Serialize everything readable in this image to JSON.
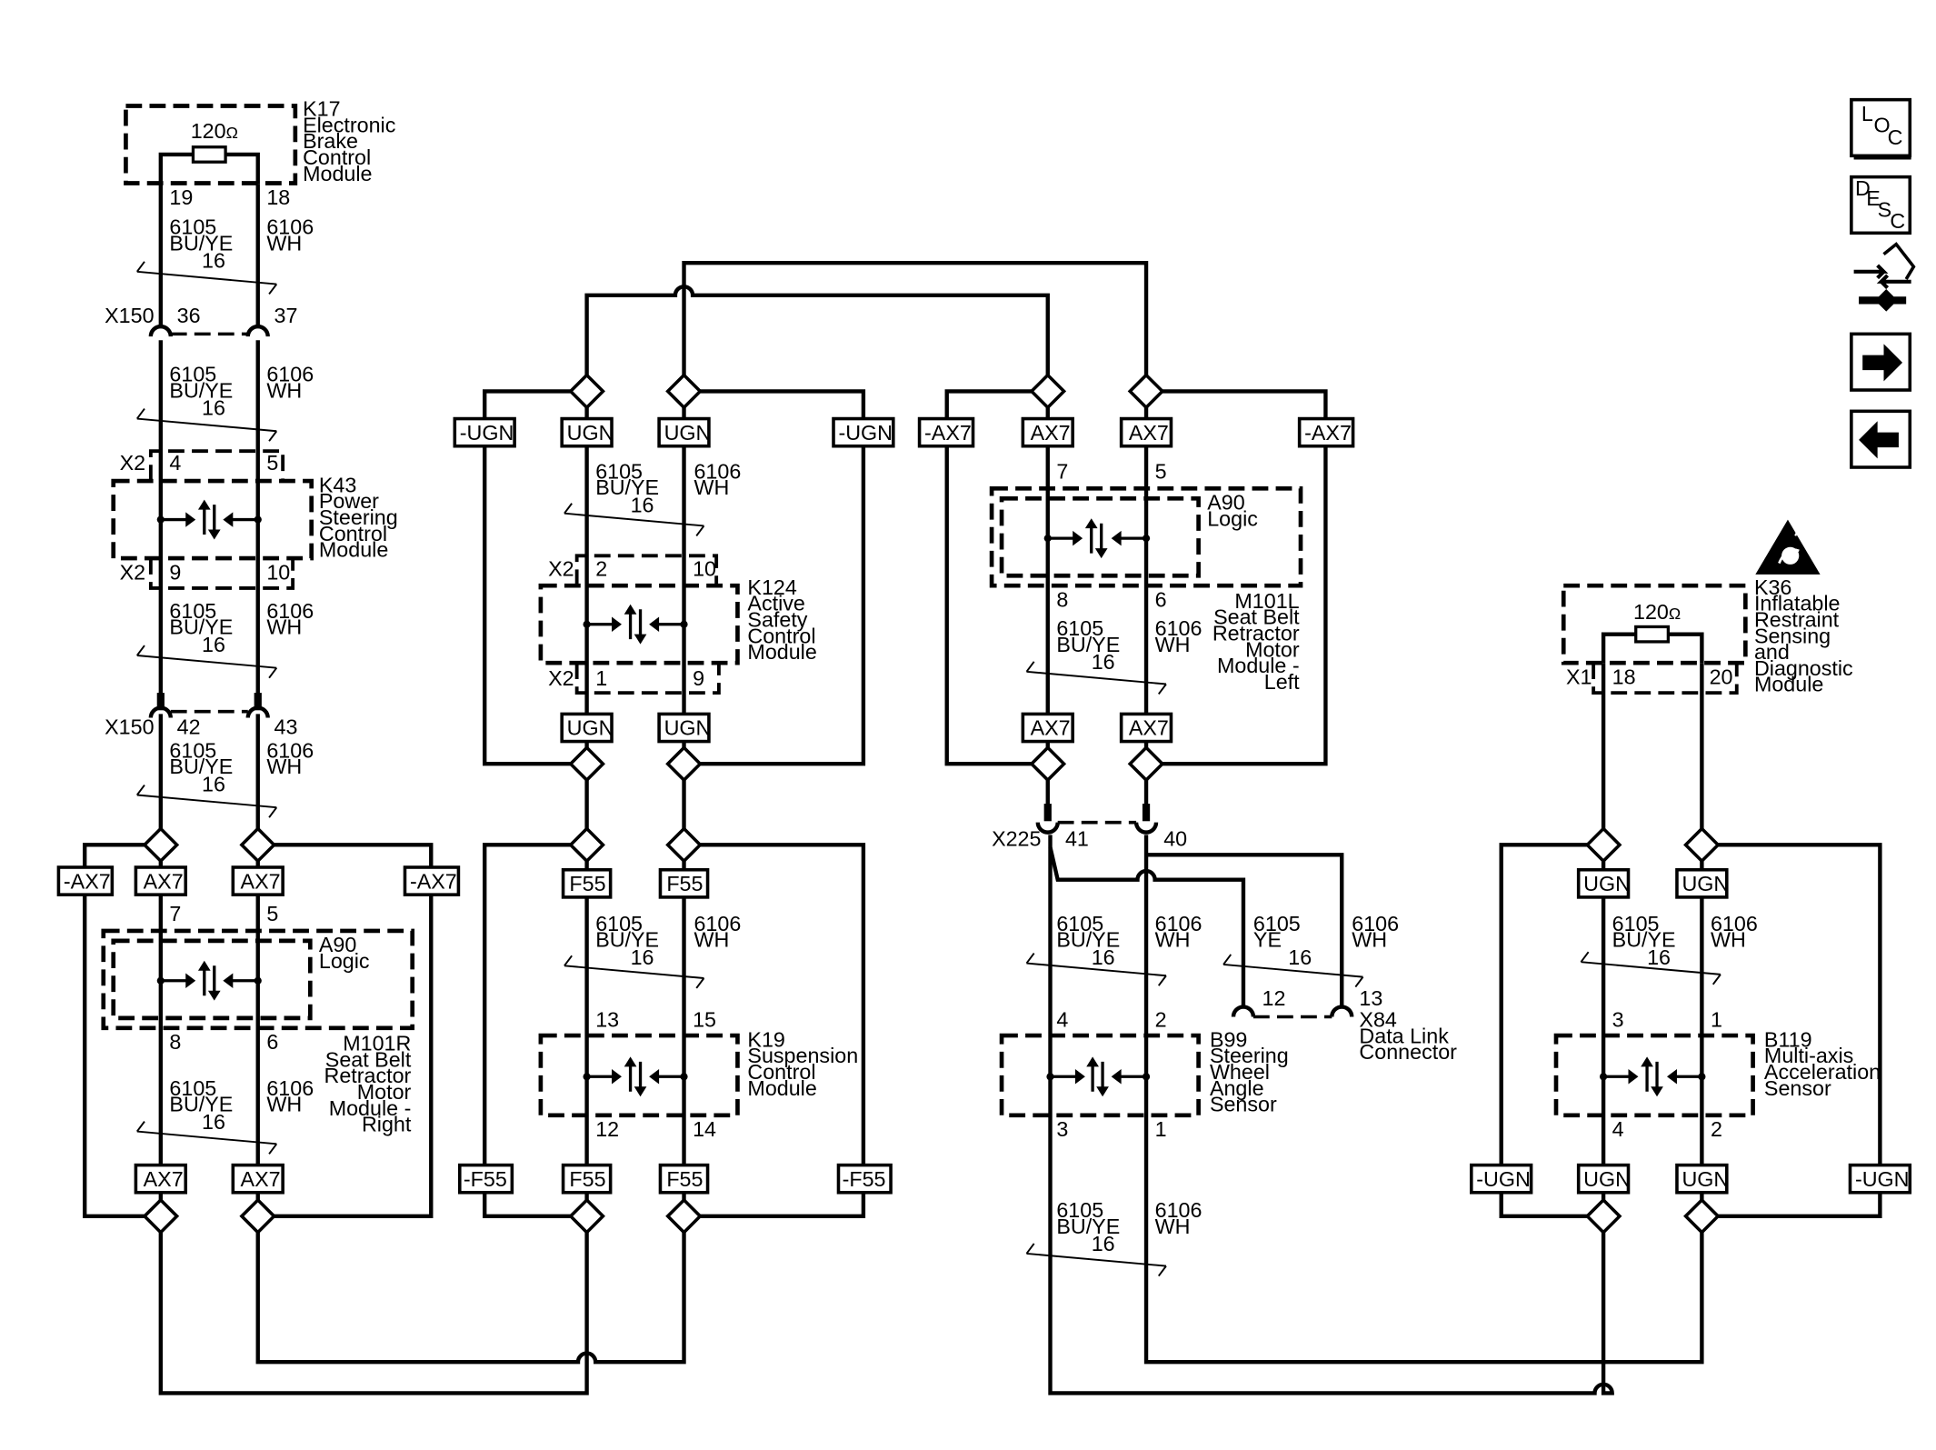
{
  "tags": {
    "ugn": "UGN",
    "nugn": "-UGN",
    "ax7": "AX7",
    "nax7": "-AX7",
    "f55": "F55",
    "nf55": "-F55"
  },
  "wire": {
    "c6105": "6105",
    "c6106": "6106",
    "buye": "BU/YE",
    "wh": "WH",
    "ye": "YE",
    "g16": "16"
  },
  "k17": {
    "l1": "K17",
    "l2": "Electronic",
    "l3": "Brake",
    "l4": "Control",
    "l5": "Module",
    "res": "120",
    "pa": "19",
    "pb": "18"
  },
  "x150a": {
    "name": "X150",
    "pa": "36",
    "pb": "37"
  },
  "k43": {
    "l1": "K43",
    "l2": "Power",
    "l3": "Steering",
    "l4": "Control",
    "l5": "Module",
    "conn": "X2",
    "pa": "4",
    "pb": "5",
    "pc": "9",
    "pd": "10"
  },
  "x150b": {
    "name": "X150",
    "pa": "42",
    "pb": "43"
  },
  "m101r": {
    "logic1": "A90",
    "logic2": "Logic",
    "l1": "M101R",
    "l2": "Seat Belt",
    "l3": "Retractor",
    "l4": "Motor",
    "l5": "Module -",
    "l6": "Right",
    "pa": "7",
    "pb": "5",
    "pc": "8",
    "pd": "6"
  },
  "k124": {
    "l1": "K124",
    "l2": "Active",
    "l3": "Safety",
    "l4": "Control",
    "l5": "Module",
    "conn": "X2",
    "pa": "2",
    "pb": "10",
    "pc": "1",
    "pd": "9"
  },
  "k19": {
    "l1": "K19",
    "l2": "Suspension",
    "l3": "Control",
    "l4": "Module",
    "pa": "13",
    "pb": "15",
    "pc": "12",
    "pd": "14"
  },
  "m101l": {
    "logic1": "A90",
    "logic2": "Logic",
    "l1": "M101L",
    "l2": "Seat Belt",
    "l3": "Retractor",
    "l4": "Motor",
    "l5": "Module -",
    "l6": "Left",
    "pa": "7",
    "pb": "5",
    "pc": "8",
    "pd": "6"
  },
  "x225": {
    "name": "X225",
    "pa": "41",
    "pb": "40"
  },
  "x84": {
    "l1": "X84",
    "l2": "Data Link",
    "l3": "Connector",
    "pa": "12",
    "pb": "13"
  },
  "b99": {
    "l1": "B99",
    "l2": "Steering",
    "l3": "Wheel",
    "l4": "Angle",
    "l5": "Sensor",
    "pa": "4",
    "pb": "2",
    "pc": "3",
    "pd": "1"
  },
  "k36": {
    "l1": "K36",
    "l2": "Inflatable",
    "l3": "Restraint",
    "l4": "Sensing",
    "l5": "and",
    "l6": "Diagnostic",
    "l7": "Module",
    "res": "120",
    "conn": "X1",
    "pa": "18",
    "pb": "20"
  },
  "b119": {
    "l1": "B119",
    "l2": "Multi-axis",
    "l3": "Acceleration",
    "l4": "Sensor",
    "pa": "3",
    "pb": "1",
    "pc": "4",
    "pd": "2"
  },
  "buttons": {
    "loc": {
      "l1": "L",
      "l2": "O",
      "l3": "C"
    },
    "desc": {
      "l1": "D",
      "l2": "E",
      "l3": "S",
      "l4": "C"
    },
    "icons": [
      "routing-icon",
      "forward-arrow-icon",
      "back-arrow-icon"
    ]
  },
  "warning_icon": "esd-warning-icon"
}
